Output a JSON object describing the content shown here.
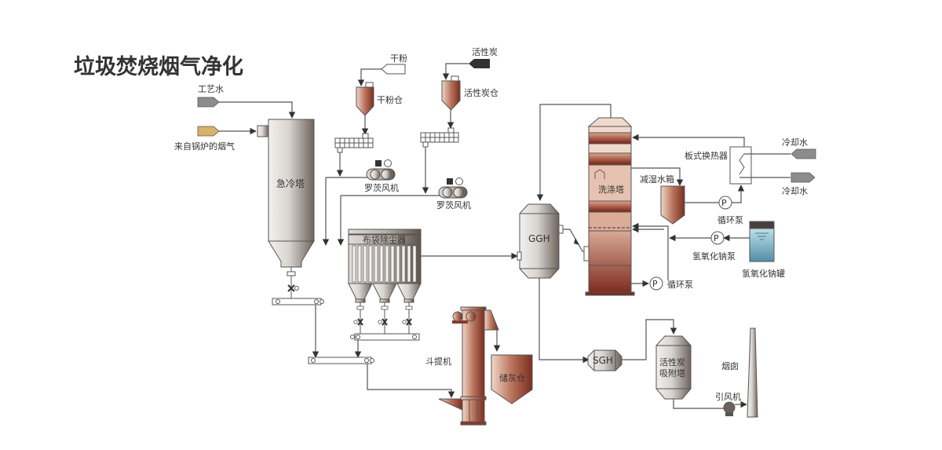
{
  "title": "垃圾焚烧烟气净化",
  "inputs": {
    "process_water": "工艺水",
    "flue_gas_from_boiler": "来自锅炉的烟气",
    "dry_powder": "干粉",
    "activated_carbon": "活性炭",
    "cooling_water_in": "冷却水",
    "cooling_water_out": "冷却水"
  },
  "equipment": {
    "quench_tower": "急冷塔",
    "dry_powder_silo": "干粉仓",
    "activated_carbon_silo": "活性炭仓",
    "roots_blower_1": "罗茨风机",
    "roots_blower_2": "罗茨风机",
    "bag_filter": "布袋除尘器",
    "bucket_elevator": "斗提机",
    "ash_silo": "储灰仓",
    "ggh": "GGH",
    "scrubber": "洗涤塔",
    "dehumidify_tank": "减湿水箱",
    "plate_heat_exchanger": "板式换热器",
    "circ_pump_1": "循环泵",
    "circ_pump_2": "循环泵",
    "naoh_pump": "氢氧化钠泵",
    "naoh_tank": "氢氧化钠罐",
    "sgh": "SGH",
    "carbon_adsorber": "活性炭\n吸附塔",
    "carbon_adsorber_line1": "活性炭",
    "carbon_adsorber_line2": "吸附塔",
    "id_fan": "引风机",
    "chimney": "烟囱",
    "pump_symbol": "P"
  },
  "colors": {
    "title": "#333333",
    "line": "#555555",
    "grey_steel_light": "#e6e4e2",
    "grey_steel_dark": "#7a6e66",
    "rust_light": "#e8c9b8",
    "rust_dark": "#8a3a2a",
    "flue_gas_arrow": "#d9b26a",
    "process_water_arrow": "#8c8c8c",
    "naoh_tank_liquid": "#5b9ab0",
    "naoh_tank_cap": "#4a3f3f"
  }
}
